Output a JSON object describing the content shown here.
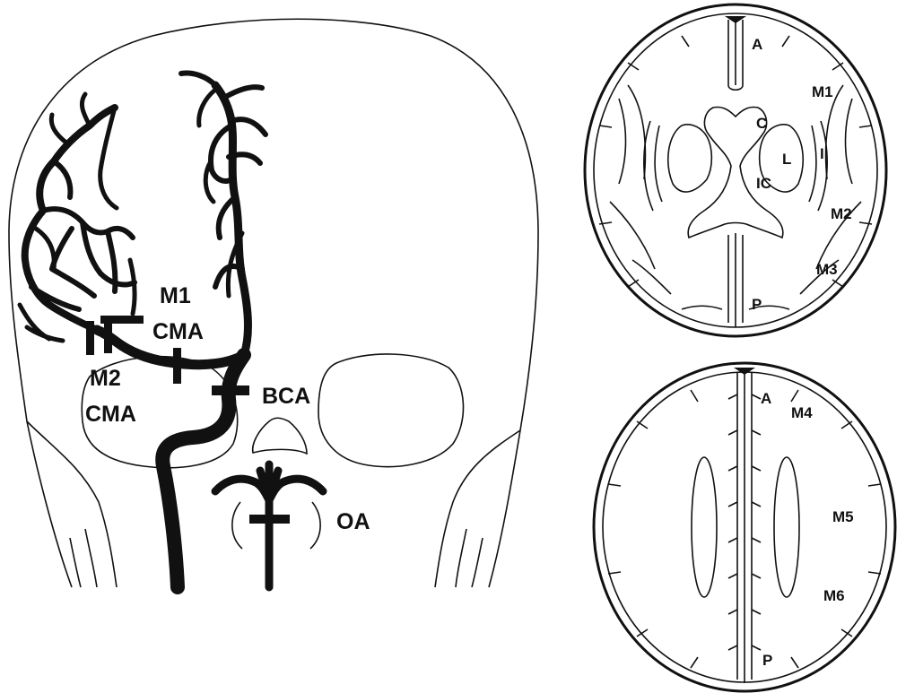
{
  "skull_labels": {
    "m1": "M1",
    "cma_upper": "CMA",
    "m2": "M2",
    "cma_lower": "CMA",
    "bca": "BCA",
    "oa": "OA"
  },
  "axial_upper_labels": {
    "anterior": "A",
    "m1": "M1",
    "caudate": "C",
    "lentiform": "L",
    "insula": "I",
    "internal_capsule": "IC",
    "m2": "M2",
    "m3": "M3",
    "posterior": "P"
  },
  "axial_lower_labels": {
    "anterior": "A",
    "m4": "M4",
    "m5": "M5",
    "m6": "M6",
    "posterior": "P"
  },
  "colors": {
    "ink": "#111111",
    "background": "#ffffff"
  }
}
